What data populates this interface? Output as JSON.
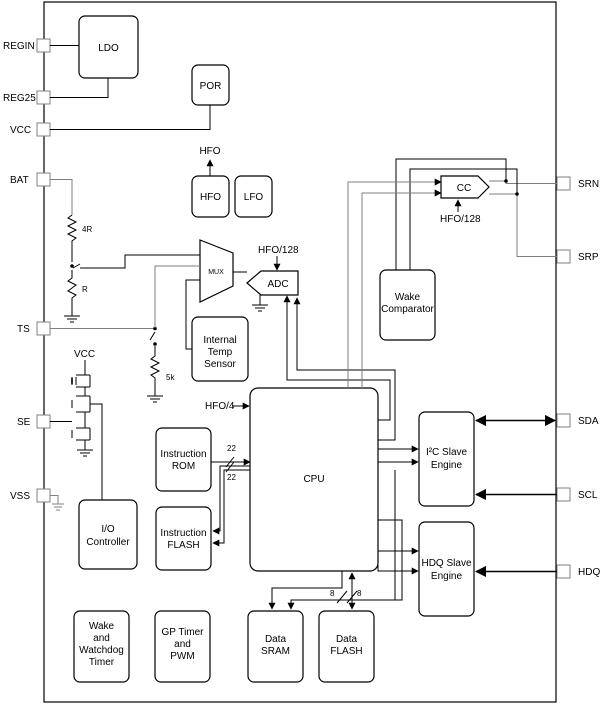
{
  "pins": {
    "regin": "REGIN",
    "reg25": "REG25",
    "vcc": "VCC",
    "bat": "BAT",
    "ts": "TS",
    "se": "SE",
    "vss": "VSS",
    "srn": "SRN",
    "srp": "SRP",
    "sda": "SDA",
    "scl": "SCL",
    "hdq": "HDQ"
  },
  "blocks": {
    "ldo": "LDO",
    "por": "POR",
    "hfo": "HFO",
    "lfo": "LFO",
    "cc": "CC",
    "mux": "MUX",
    "adc": "ADC",
    "internal_temp": [
      "Internal",
      "Temp",
      "Sensor"
    ],
    "wake_comparator": [
      "Wake",
      "Comparator"
    ],
    "cpu": "CPU",
    "instruction_rom": [
      "Instruction",
      "ROM"
    ],
    "instruction_flash": [
      "Instruction",
      "FLASH"
    ],
    "io_controller": [
      "I/O",
      "Controller"
    ],
    "i2c_slave": [
      "I²C Slave",
      "Engine"
    ],
    "hdq_slave": [
      "HDQ Slave",
      "Engine"
    ],
    "wake_watchdog": [
      "Wake",
      "and",
      "Watchdog",
      "Timer"
    ],
    "gp_timer": [
      "GP Timer",
      "and",
      "PWM"
    ],
    "data_sram": [
      "Data",
      "SRAM"
    ],
    "data_flash": [
      "Data",
      "FLASH"
    ]
  },
  "signals": {
    "hfo_out": "HFO",
    "hfo128_cc": "HFO/128",
    "hfo128_adc": "HFO/128",
    "hfo4_cpu": "HFO/4",
    "vcc_se": "VCC",
    "r4": "4R",
    "r1": "R",
    "r5k": "5k",
    "bus_rom": "22",
    "bus_flash": "22",
    "bus_sram": "8",
    "bus_dflash": "8"
  }
}
